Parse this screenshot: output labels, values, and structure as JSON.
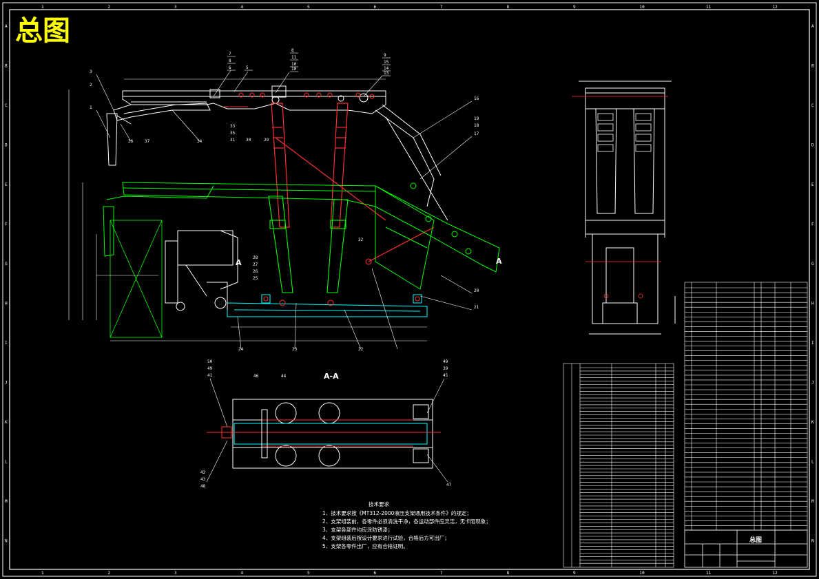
{
  "drawing": {
    "title": "总图",
    "section_label": "A-A",
    "section_marker": "A"
  },
  "grid": {
    "columns": [
      "1",
      "2",
      "3",
      "4",
      "5",
      "6",
      "7",
      "8",
      "9",
      "10",
      "11",
      "12"
    ],
    "rows": [
      "A",
      "B",
      "C",
      "D",
      "E",
      "F",
      "G",
      "H",
      "I",
      "J",
      "K",
      "L",
      "M",
      "N"
    ]
  },
  "callouts_top": [
    "7",
    "8",
    "6",
    "5",
    "8",
    "11",
    "10",
    "10",
    "9",
    "15",
    "14",
    "13"
  ],
  "callouts_left": [
    "3",
    "2",
    "1"
  ],
  "callouts_mid": [
    "16",
    "19",
    "18",
    "17",
    "32",
    "20",
    "21"
  ],
  "callouts_bottom": [
    "36",
    "37",
    "34",
    "33",
    "35",
    "31",
    "30",
    "29",
    "28",
    "27",
    "26",
    "25",
    "24",
    "23",
    "22"
  ],
  "callouts_section": [
    "50",
    "49",
    "41",
    "40",
    "39",
    "45",
    "46",
    "44",
    "42",
    "43",
    "48",
    "47"
  ],
  "tech_requirements": {
    "heading": "技术要求",
    "items": [
      "1、技术要求按《MT312-2000液压支架通用技术条件》的规定；",
      "2、支架组装前，各零件必须清洗干净，各运动部件应灵活，无卡阻现象；",
      "3、支架各部件均应涂防锈漆；",
      "4、支架组装后按设计要求进行试验，合格后方可出厂；",
      "5、支架各零件出厂，应有合格证明。"
    ]
  },
  "title_block": {
    "name": "总图"
  },
  "colors": {
    "background": "#000000",
    "line_white": "#ffffff",
    "line_green": "#00ff00",
    "line_red": "#ff2020",
    "line_cyan": "#00ffff",
    "title_yellow": "#ffff00"
  }
}
